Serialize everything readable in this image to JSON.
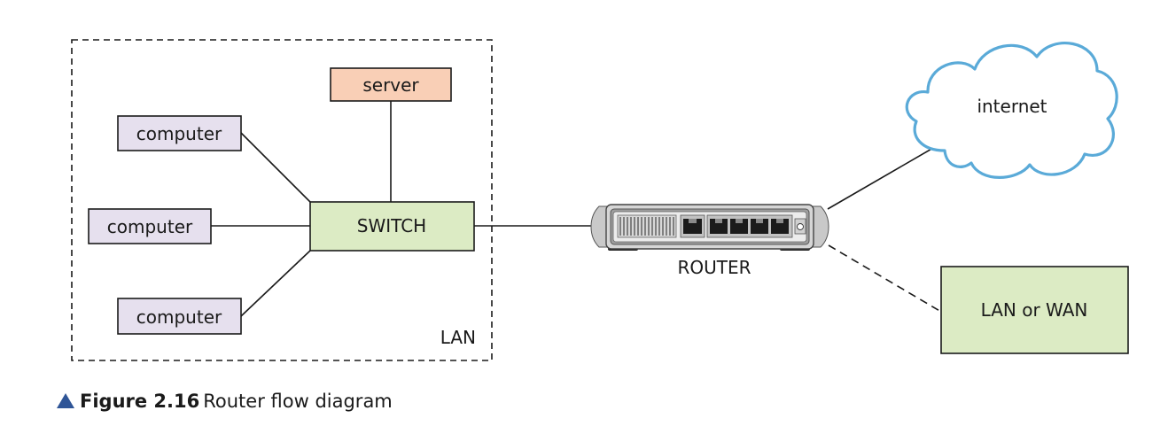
{
  "diagram": {
    "nodes": {
      "server": "server",
      "computer_1": "computer",
      "computer_2": "computer",
      "computer_3": "computer",
      "switch": "SWITCH",
      "router": "ROUTER",
      "internet": "internet",
      "lan_or_wan": "LAN or WAN",
      "lan_region": "LAN"
    },
    "edges": [
      {
        "from": "computer_1",
        "to": "switch",
        "style": "solid"
      },
      {
        "from": "computer_2",
        "to": "switch",
        "style": "solid"
      },
      {
        "from": "computer_3",
        "to": "switch",
        "style": "solid"
      },
      {
        "from": "server",
        "to": "switch",
        "style": "solid"
      },
      {
        "from": "switch",
        "to": "router",
        "style": "solid"
      },
      {
        "from": "router",
        "to": "internet",
        "style": "solid"
      },
      {
        "from": "router",
        "to": "lan_or_wan",
        "style": "dashed"
      }
    ],
    "colors": {
      "computer_fill": "#e6e0ee",
      "server_fill": "#f9cfb6",
      "switch_fill": "#dcebc4",
      "lan_or_wan_fill": "#dcebc4",
      "cloud_stroke": "#5aaad8",
      "caption_marker": "#2f5597"
    }
  },
  "caption": {
    "figure_number": "Figure 2.16",
    "text": "Router flow diagram"
  }
}
